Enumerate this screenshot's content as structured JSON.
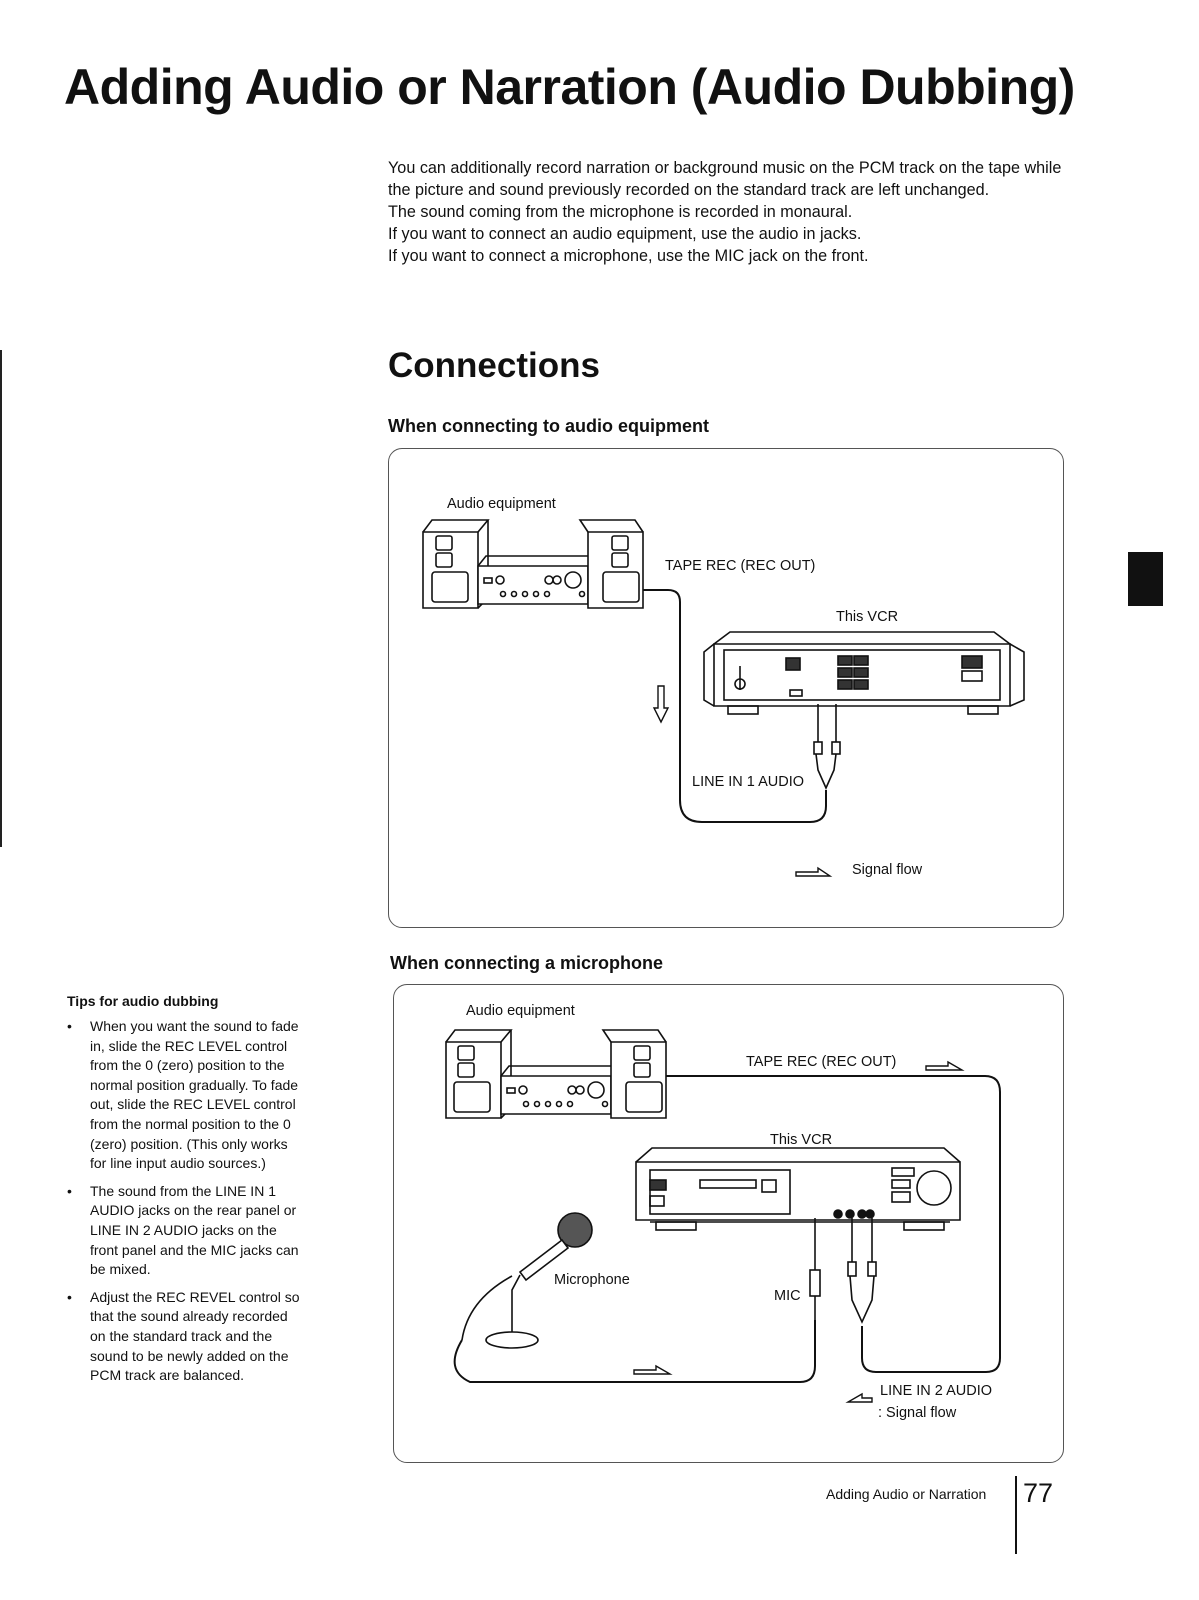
{
  "page": {
    "title": "Adding Audio or Narration (Audio Dubbing)",
    "intro": [
      "You can additionally record narration or background music on the PCM track on the tape while the picture and sound previously recorded on the standard track are left unchanged.",
      "The sound coming from the microphone is recorded in monaural.",
      "If you want to connect an audio equipment, use the audio in jacks.",
      "If you want to connect a microphone, use the MIC jack on the front."
    ],
    "section_title": "Connections"
  },
  "diagram1": {
    "heading": "When connecting to audio equipment",
    "audio_equipment": "Audio equipment",
    "tape_rec": "TAPE REC (REC OUT)",
    "vcr": "This VCR",
    "line_in": "LINE IN 1 AUDIO",
    "signal_flow": "Signal flow"
  },
  "diagram2": {
    "heading": "When connecting a microphone",
    "audio_equipment": "Audio equipment",
    "tape_rec": "TAPE REC (REC OUT)",
    "vcr": "This VCR",
    "microphone": "Microphone",
    "mic": "MIC",
    "line_in": "LINE IN 2 AUDIO",
    "signal_flow": ": Signal flow"
  },
  "tips": {
    "title": "Tips for audio dubbing",
    "items": [
      "When you want the sound to fade in, slide the REC LEVEL control from the 0 (zero) position to the normal position gradually. To fade out, slide the REC LEVEL control from the normal position to the 0 (zero) position. (This only works for line input audio sources.)",
      "The sound from the LINE IN 1 AUDIO jacks on the rear panel or LINE IN 2 AUDIO jacks on the front panel and the MIC jacks can be mixed.",
      "Adjust the REC REVEL control so that the sound already recorded on the standard track and the sound to be newly added on the PCM track are  balanced."
    ],
    "bullet": "•"
  },
  "footer": {
    "section": "Adding Audio or Narration",
    "page_number": "77"
  }
}
